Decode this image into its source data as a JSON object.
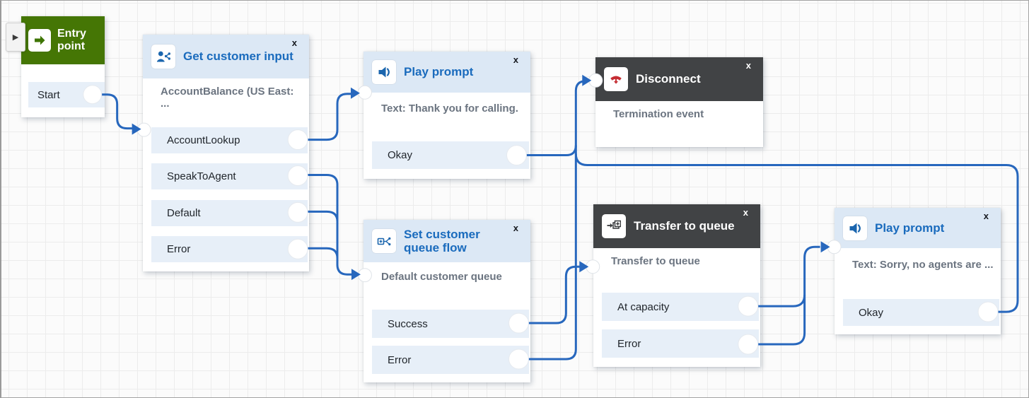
{
  "flow": {
    "connector_color": "#2767bd",
    "accent_blue": "#1a6bbd",
    "header_light_bg": "#dce8f5",
    "header_dark_bg": "#414345",
    "header_green_bg": "#457605",
    "row_bg": "#e7eff8",
    "disconnect_icon_red": "#c52d33",
    "close_label": "x",
    "collapse_handle_glyph": "▶"
  },
  "nodes": [
    {
      "id": "entry-point",
      "title": "Entry point",
      "outputs": [
        "Start"
      ]
    },
    {
      "id": "get-customer-input",
      "title": "Get customer input",
      "close": "x",
      "description": "AccountBalance (US East: ...",
      "outputs": [
        "AccountLookup",
        "SpeakToAgent",
        "Default",
        "Error"
      ]
    },
    {
      "id": "play-prompt-1",
      "title": "Play prompt",
      "close": "x",
      "description": "Text: Thank you for calling.",
      "outputs": [
        "Okay"
      ]
    },
    {
      "id": "disconnect",
      "title": "Disconnect",
      "close": "x",
      "description": "Termination event",
      "outputs": []
    },
    {
      "id": "set-customer-queue-flow",
      "title": "Set customer queue flow",
      "close": "x",
      "description": "Default customer queue",
      "outputs": [
        "Success",
        "Error"
      ]
    },
    {
      "id": "transfer-to-queue",
      "title": "Transfer to queue",
      "close": "x",
      "description": "Transfer to queue",
      "outputs": [
        "At capacity",
        "Error"
      ]
    },
    {
      "id": "play-prompt-2",
      "title": "Play prompt",
      "close": "x",
      "description": "Text: Sorry, no agents are ...",
      "outputs": [
        "Okay"
      ]
    }
  ],
  "connections": [
    {
      "from": "Entry point / Start",
      "to": "Get customer input"
    },
    {
      "from": "Get customer input / AccountLookup",
      "to": "Play prompt (Thank you for calling.)"
    },
    {
      "from": "Get customer input / SpeakToAgent",
      "to": "Set customer queue flow"
    },
    {
      "from": "Get customer input / Default",
      "to": "Set customer queue flow"
    },
    {
      "from": "Get customer input / Error",
      "to": "Set customer queue flow"
    },
    {
      "from": "Play prompt (Thank you for calling.) / Okay",
      "to": "Disconnect"
    },
    {
      "from": "Set customer queue flow / Success",
      "to": "Transfer to queue"
    },
    {
      "from": "Set customer queue flow / Error",
      "to": "Disconnect"
    },
    {
      "from": "Transfer to queue / At capacity",
      "to": "Play prompt (Sorry, no agents are ...)"
    },
    {
      "from": "Transfer to queue / Error",
      "to": "Play prompt (Sorry, no agents are ...)"
    },
    {
      "from": "Play prompt (Sorry, no agents are ...) / Okay",
      "to": "Disconnect"
    }
  ]
}
